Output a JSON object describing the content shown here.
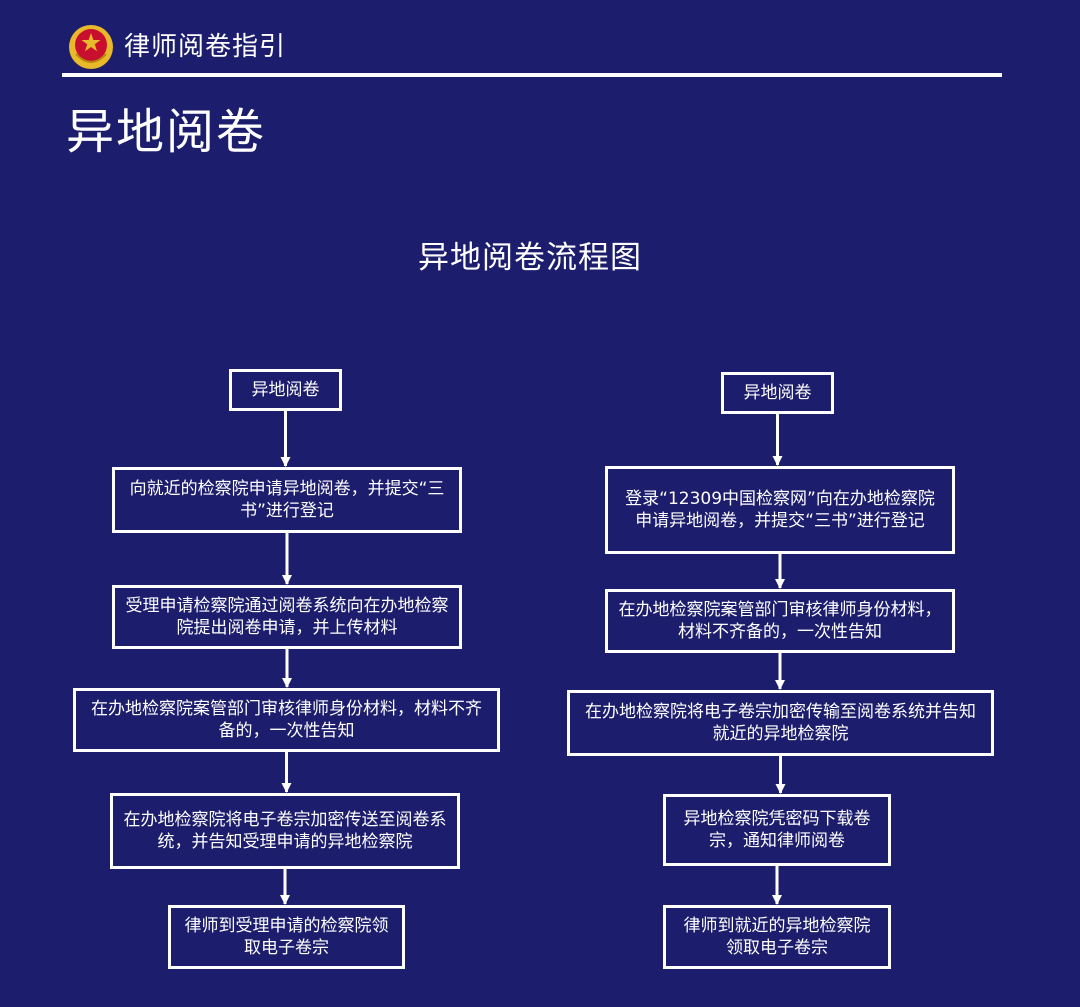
{
  "header": {
    "title": "律师阅卷指引"
  },
  "page_title": "异地阅卷",
  "flowchart": {
    "title": "异地阅卷流程图",
    "left_flow": [
      "异地阅卷",
      "向就近的检察院申请异地阅卷，并提交“三书”进行登记",
      "受理申请检察院通过阅卷系统向在办地检察院提出阅卷申请，并上传材料",
      "在办地检察院案管部门审核律师身份材料，材料不齐备的，一次性告知",
      "在办地检察院将电子卷宗加密传送至阅卷系统，并告知受理申请的异地检察院",
      "律师到受理申请的检察院领取电子卷宗"
    ],
    "right_flow": [
      "异地阅卷",
      "登录“12309中国检察网”向在办地检察院申请异地阅卷，并提交“三书”进行登记",
      "在办地检察院案管部门审核律师身份材料，材料不齐备的，一次性告知",
      "在办地检察院将电子卷宗加密传输至阅卷系统并告知就近的异地检察院",
      "异地检察院凭密码下载卷宗，通知律师阅卷",
      "律师到就近的异地检察院领取电子卷宗"
    ]
  },
  "colors": {
    "background": "#1d1d6e",
    "foreground": "#ffffff",
    "emblem_red": "#c8102e",
    "emblem_gold": "#e8b92a"
  }
}
